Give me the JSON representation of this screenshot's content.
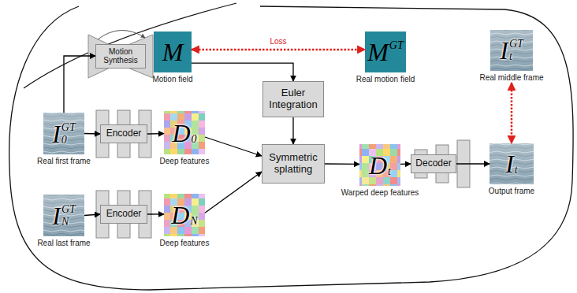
{
  "diagram": {
    "nodes": [
      {
        "text": [
          "Motion Synthesis"
        ]
      },
      {
        "text": [
          "M",
          "Motion field"
        ]
      },
      {
        "text": [
          "M",
          "GT",
          "Real motion field"
        ]
      },
      {
        "text": [
          "I",
          "t",
          "GT",
          "Real middle frame"
        ]
      },
      {
        "text": [
          "Euler Integration"
        ]
      },
      {
        "text": [
          "I",
          "0",
          "GT",
          "Real first frame"
        ]
      },
      {
        "text": [
          "Encoder"
        ]
      },
      {
        "text": [
          "D",
          "0",
          "Deep features"
        ]
      },
      {
        "text": [
          "Symmetric splatting"
        ]
      },
      {
        "text": [
          "D",
          "t",
          "Warped deep features"
        ]
      },
      {
        "text": [
          "Decoder"
        ]
      },
      {
        "text": [
          "I",
          "t",
          "Output frame"
        ]
      },
      {
        "text": [
          "I",
          "N",
          "GT",
          "Real last frame"
        ]
      },
      {
        "text": [
          "Encoder"
        ]
      },
      {
        "text": [
          "D",
          "N",
          "Deep features"
        ]
      }
    ],
    "edges": [
      {
        "from": 5,
        "to": 0,
        "arrow": "to"
      },
      {
        "from": 1,
        "to": 2,
        "label": "Loss",
        "arrow": "both"
      },
      {
        "from": 1,
        "to": 4,
        "arrow": "to"
      },
      {
        "from": 5,
        "to": 6,
        "arrow": "to"
      },
      {
        "from": 6,
        "to": 7,
        "arrow": "to"
      },
      {
        "from": 7,
        "to": 8,
        "arrow": "to"
      },
      {
        "from": 4,
        "to": 8,
        "arrow": "to"
      },
      {
        "from": 12,
        "to": 13,
        "arrow": "to"
      },
      {
        "from": 13,
        "to": 14,
        "arrow": "to"
      },
      {
        "from": 14,
        "to": 8,
        "arrow": "to"
      },
      {
        "from": 8,
        "to": 9,
        "arrow": "to"
      },
      {
        "from": 9,
        "to": 10,
        "arrow": "to"
      },
      {
        "from": 10,
        "to": 11,
        "arrow": "to"
      },
      {
        "from": 3,
        "to": 11,
        "arrow": "both"
      }
    ]
  }
}
